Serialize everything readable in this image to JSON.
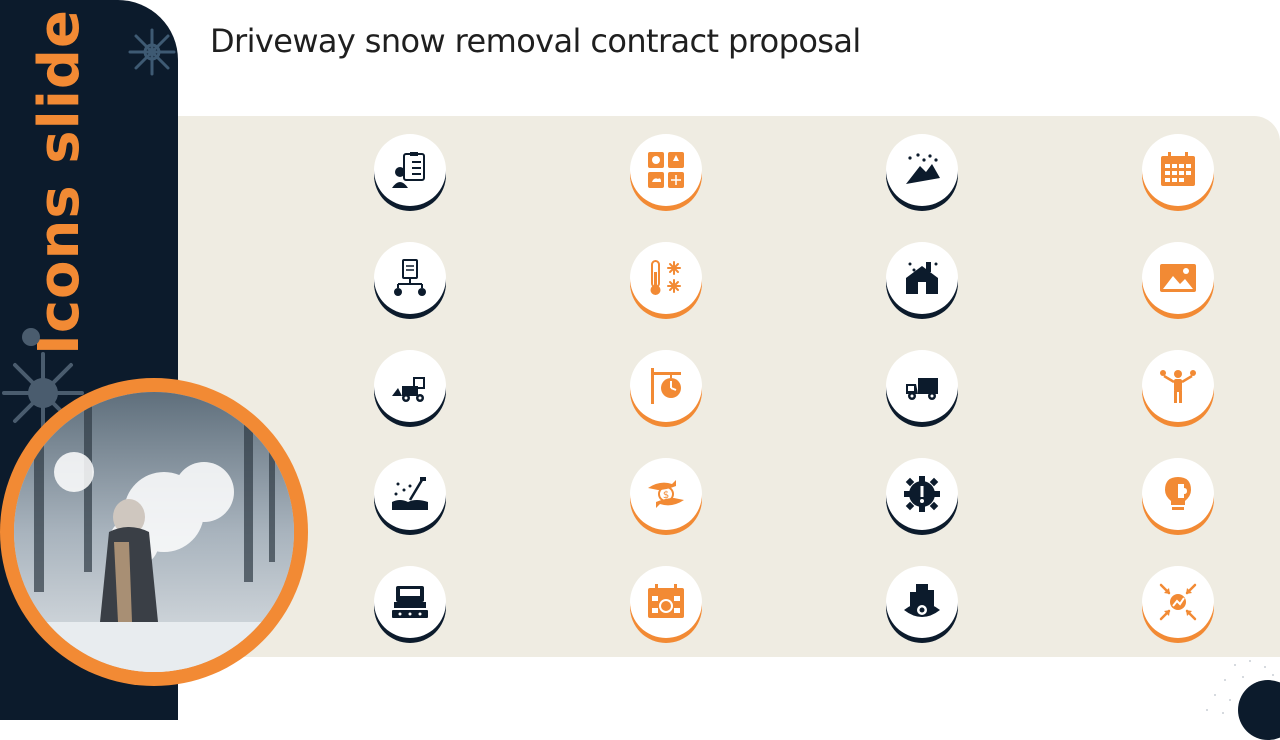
{
  "slide": {
    "title": "Driveway snow removal contract proposal",
    "side_title": "Icons slide"
  },
  "colors": {
    "navy": "#0c1b2c",
    "orange": "#f28a34",
    "panel": "#efece2",
    "white": "#ffffff"
  },
  "photo": {
    "description": "person-in-snow-photo"
  },
  "icons": [
    {
      "name": "contract-checklist-icon",
      "variant": "navy"
    },
    {
      "name": "weather-forecast-icon",
      "variant": "orange"
    },
    {
      "name": "snowy-mountain-icon",
      "variant": "navy"
    },
    {
      "name": "calendar-grid-icon",
      "variant": "orange"
    },
    {
      "name": "hierarchy-clipboard-icon",
      "variant": "navy"
    },
    {
      "name": "thermometer-snowflake-icon",
      "variant": "orange"
    },
    {
      "name": "snow-house-icon",
      "variant": "navy"
    },
    {
      "name": "landscape-image-icon",
      "variant": "orange"
    },
    {
      "name": "snow-plow-truck-icon",
      "variant": "navy"
    },
    {
      "name": "signpost-clock-icon",
      "variant": "orange"
    },
    {
      "name": "dump-truck-icon",
      "variant": "navy"
    },
    {
      "name": "person-balance-icon",
      "variant": "orange"
    },
    {
      "name": "snow-shovel-icon",
      "variant": "navy"
    },
    {
      "name": "hand-money-icon",
      "variant": "orange"
    },
    {
      "name": "gear-alert-icon",
      "variant": "navy"
    },
    {
      "name": "lightbulb-puzzle-icon",
      "variant": "orange"
    },
    {
      "name": "snow-plow-front-icon",
      "variant": "navy"
    },
    {
      "name": "calendar-recycle-icon",
      "variant": "orange"
    },
    {
      "name": "building-eye-icon",
      "variant": "navy"
    },
    {
      "name": "arrows-growth-icon",
      "variant": "orange"
    }
  ]
}
